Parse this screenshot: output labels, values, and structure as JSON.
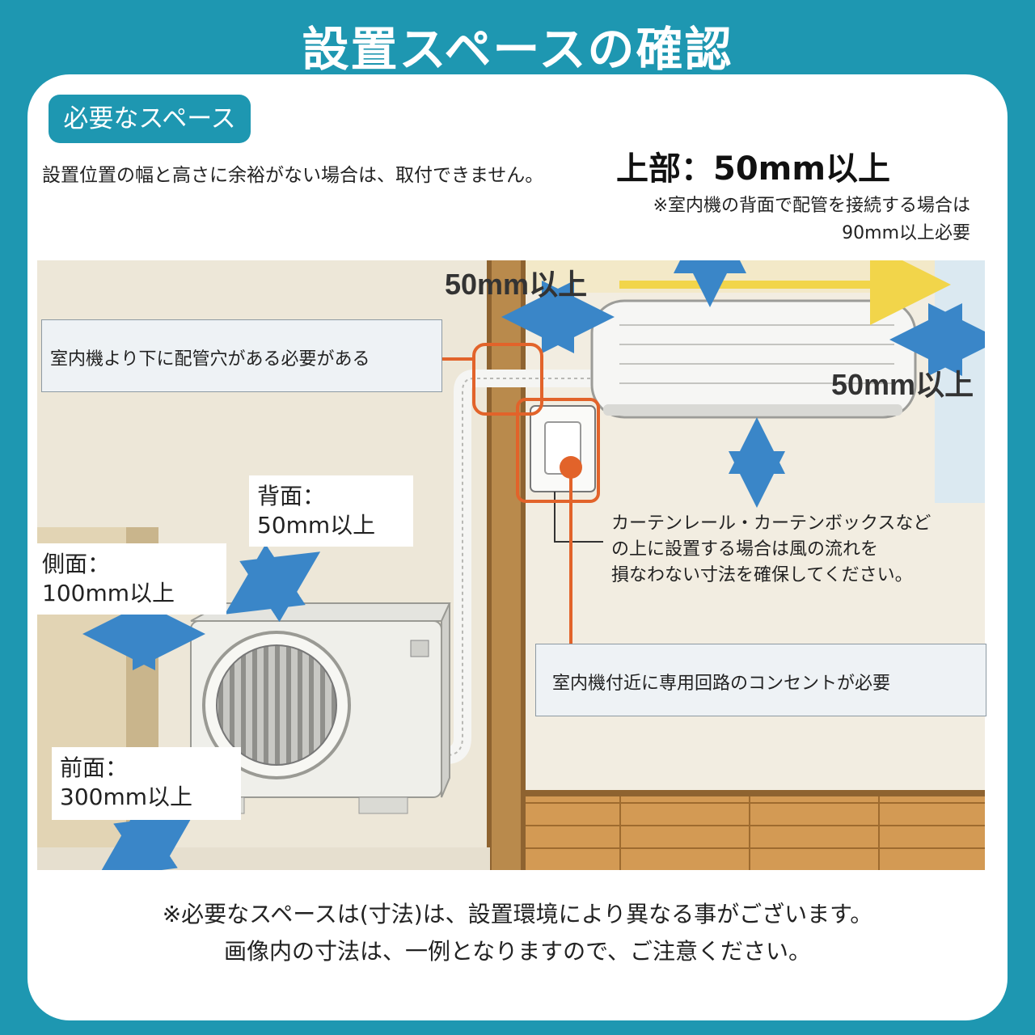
{
  "title": "設置スペースの確認",
  "section_label": "必要なスペース",
  "intro": "設置位置の幅と高さに余裕がない場合は、取付できません。",
  "top_clearance": "上部：50mm以上",
  "top_note": [
    "※室内機の背面で配管を接続する場合は",
    "90mm以上必要"
  ],
  "diagram_labels": {
    "indoor_left": "50mm以上",
    "indoor_right": "50mm以上"
  },
  "callouts": {
    "pipe_hole": "室内機より下に配管穴がある必要がある",
    "outlet": "室内機付近に専用回路のコンセントが必要"
  },
  "curtain_note": [
    "カーテンレール・カーテンボックスなど",
    "の上に設置する場合は風の流れを",
    "損なわない寸法を確保してください。"
  ],
  "outdoor_labels": {
    "back": [
      "背面：",
      "50mm以上"
    ],
    "side": [
      "側面：",
      "100mm以上"
    ],
    "front": [
      "前面：",
      "300mm以上"
    ]
  },
  "footer": [
    "※必要なスペースは(寸法)は、設置環境により異なる事がございます。",
    "画像内の寸法は、一例となりますので、ご注意ください。"
  ],
  "colors": {
    "brand": "#1e97b1",
    "arrow": "#3a86c8",
    "highlight": "#e2632a",
    "wood": "#b98a4c",
    "wall": "#ede7d8"
  }
}
